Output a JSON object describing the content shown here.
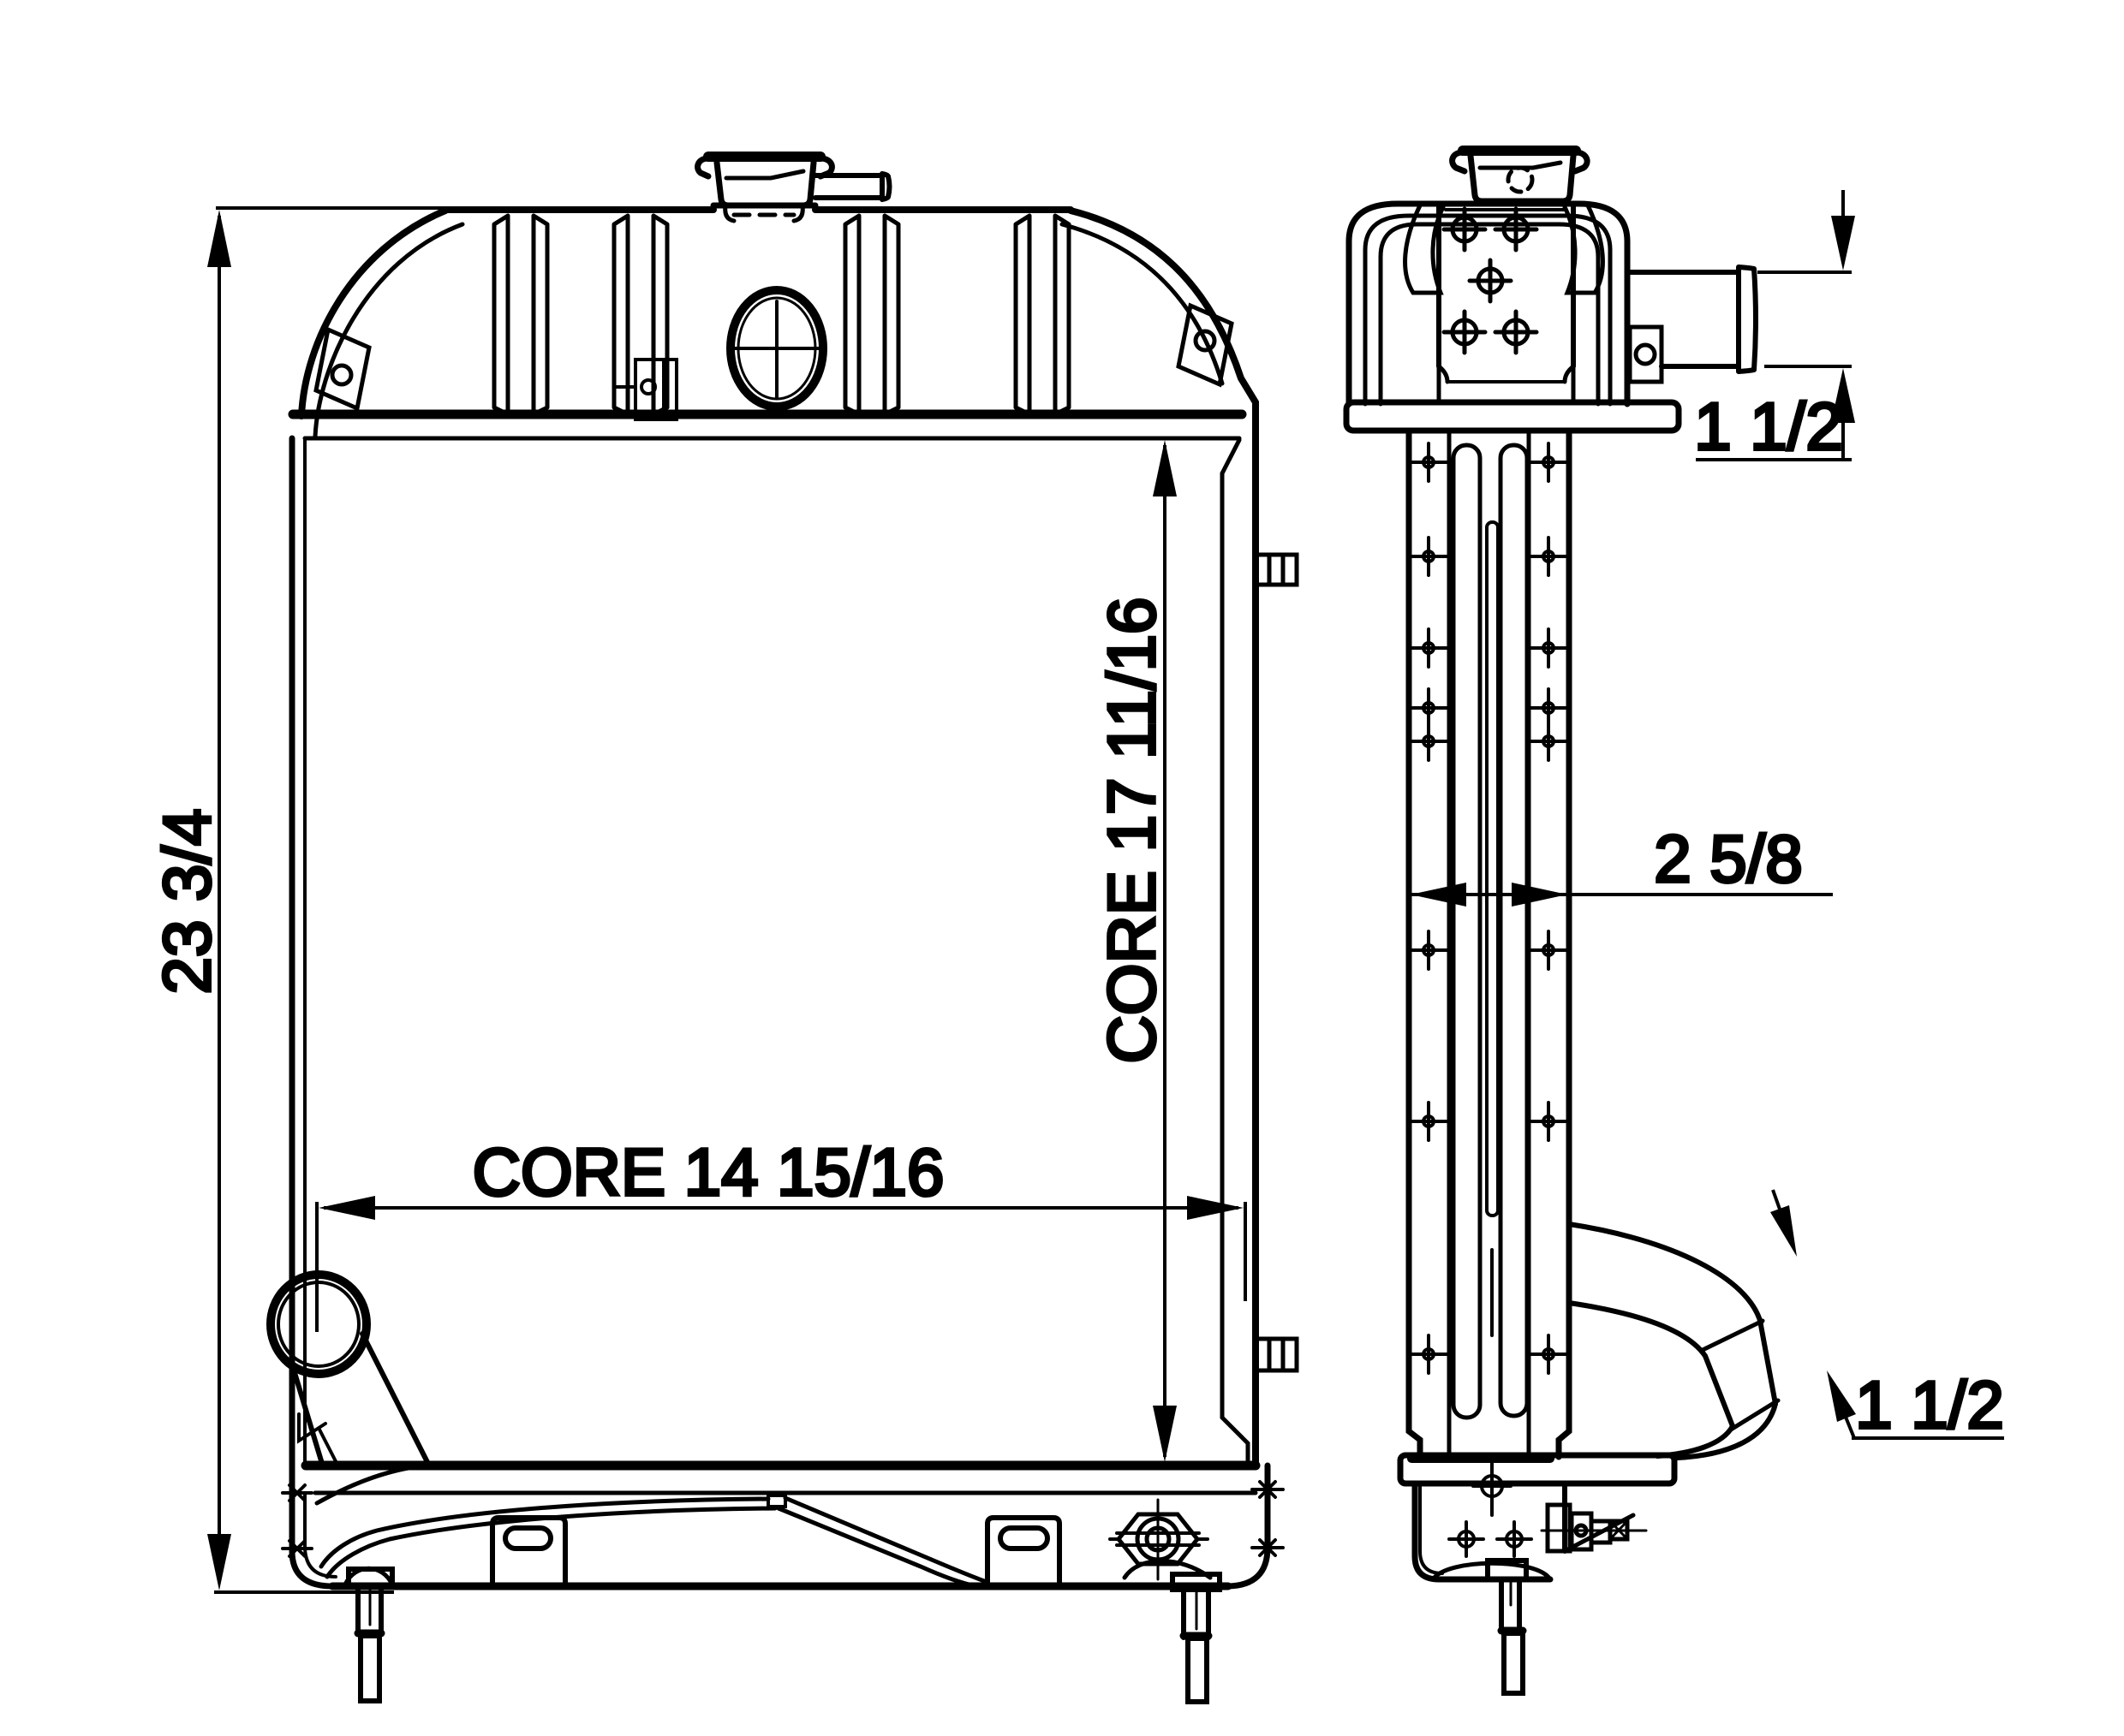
{
  "drawing": {
    "background_color": "#ffffff",
    "line_color": "#000000",
    "dimensions": {
      "overall_height": "23 3/4",
      "core_height": "CORE 17 11/16",
      "core_width": "CORE 14 15/16",
      "upper_outlet_diameter": "1 1/2",
      "core_thickness": "2 5/8",
      "lower_outlet_diameter": "1 1/2"
    }
  }
}
